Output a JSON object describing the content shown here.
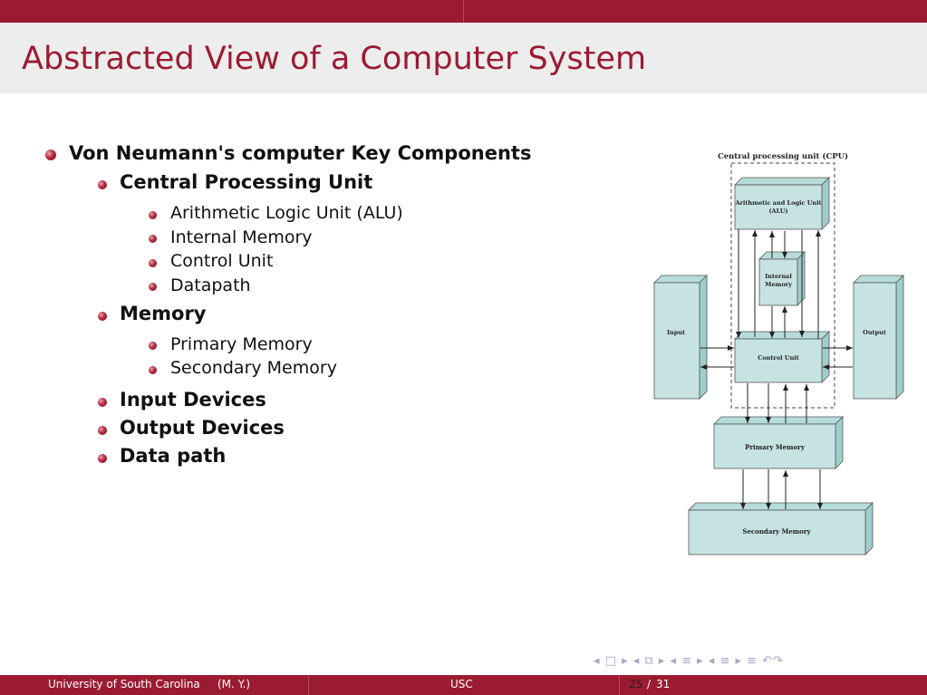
{
  "slide": {
    "title": "Abstracted View of a Computer System",
    "outline": {
      "heading": "Von Neumann's computer Key Components",
      "cpu": {
        "label": "Central Processing Unit",
        "items": [
          "Arithmetic Logic Unit (ALU)",
          "Internal Memory",
          "Control Unit",
          "Datapath"
        ]
      },
      "memory": {
        "label": "Memory",
        "items": [
          "Primary Memory",
          "Secondary Memory"
        ]
      },
      "others": [
        "Input Devices",
        "Output Devices",
        "Data path"
      ]
    }
  },
  "diagram": {
    "cpu_caption": "Central processing unit (CPU)",
    "alu_line1": "Arithmetic and Logic Unit",
    "alu_line2": "(ALU)",
    "internal_line1": "Internal",
    "internal_line2": "Memory",
    "control_unit": "Control Unit",
    "input": "Input",
    "output": "Output",
    "primary_memory": "Primary Memory",
    "secondary_memory": "Secondary Memory",
    "box_color": "#c6e3e2",
    "box_side_color": "#9fcdcb"
  },
  "nav_symbols": "◂ □ ▸ ◂ ⧉ ▸ ◂ ≡ ▸ ◂ ≡ ▸   ≡   ↶↷",
  "footer": {
    "affiliation": "University of South Carolina",
    "author": "(M. Y.)",
    "short": "USC",
    "page_current": "25",
    "page_sep": "/",
    "page_total": "31"
  },
  "colors": {
    "theme": "#9b1b32",
    "title_bg": "#ededed"
  }
}
